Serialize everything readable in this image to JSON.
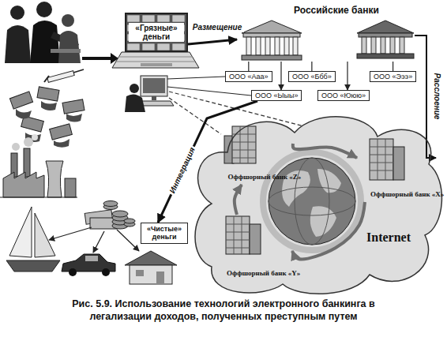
{
  "diagram": {
    "caption": "Рис. 5.9. Использование технологий электронного банкинга в легализации доходов, полученных преступным путем",
    "nodes": [
      {
        "text": [
          "«Грязные» деньги"
        ]
      },
      {
        "text": [
          "Российские банки"
        ]
      },
      {
        "text": [
          "ООО «Ааа»"
        ]
      },
      {
        "text": [
          "ООО «Ббб»"
        ]
      },
      {
        "text": [
          "ООО «Эээ»"
        ]
      },
      {
        "text": [
          "ООО «Ыыы»"
        ]
      },
      {
        "text": [
          "ООО «Ююю»"
        ]
      },
      {
        "text": [
          "Internet"
        ]
      },
      {
        "text": [
          "Оффшорный банк «Z»"
        ],
        "in": 7
      },
      {
        "text": [
          "Оффшорный банк «X»"
        ],
        "in": 7
      },
      {
        "text": [
          "Оффшорный банк «Y»"
        ],
        "in": 7
      },
      {
        "text": [
          "«Чистые» деньги"
        ]
      }
    ],
    "edges": [
      {
        "from": 0,
        "to": 1,
        "label": "Размещение",
        "arrow": "to"
      },
      {
        "from": 2,
        "to": 1,
        "arrow": "none"
      },
      {
        "from": 3,
        "to": 1,
        "arrow": "none"
      },
      {
        "from": 4,
        "to": 1,
        "arrow": "none"
      },
      {
        "from": 1,
        "to": 5,
        "arrow": "to"
      },
      {
        "from": 1,
        "to": 6,
        "arrow": "to"
      },
      {
        "from": 1,
        "to": 9,
        "label": "Расслоение",
        "arrow": "to"
      },
      {
        "from": 8,
        "to": 9,
        "arrow": "to"
      },
      {
        "from": 9,
        "to": 10,
        "arrow": "to"
      },
      {
        "from": 10,
        "to": 8,
        "arrow": "to"
      },
      {
        "from": 5,
        "to": 11,
        "label": "Интеграция",
        "arrow": "to"
      }
    ]
  }
}
